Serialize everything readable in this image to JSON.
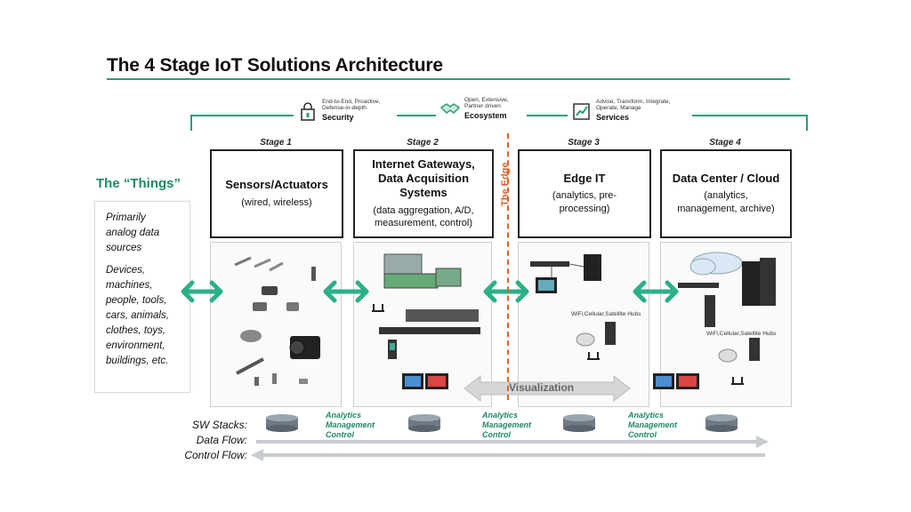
{
  "title": "The 4 Stage IoT Solutions Architecture",
  "services": {
    "security": {
      "small": "End-to-End, Proactive, Defense-in-depth",
      "label": "Security"
    },
    "ecosystem": {
      "small": "Open, Extensive, Partner driven",
      "label": "Ecosystem"
    },
    "services": {
      "small": "Advise, Transform, Integrate, Operate, Manage",
      "label": "Services"
    }
  },
  "things": {
    "title": "The “Things”",
    "line1": "Primarily",
    "line2": "analog data",
    "line3": "sources",
    "line4": "Devices,",
    "line5": "machines,",
    "line6": "people, tools,",
    "line7": "cars, animals,",
    "line8": "clothes, toys,",
    "line9": "environment,",
    "line10": "buildings, etc."
  },
  "stages": [
    {
      "label": "Stage 1",
      "title": "Sensors/Actuators",
      "sub": "(wired, wireless)"
    },
    {
      "label": "Stage 2",
      "title1": "Internet Gateways,",
      "title2": "Data Acquisition",
      "title3": "Systems",
      "sub1": "(data aggregation, A/D,",
      "sub2": "measurement, control)"
    },
    {
      "label": "Stage 3",
      "title": "Edge IT",
      "sub1": "(analytics, pre-",
      "sub2": "processing)"
    },
    {
      "label": "Stage 4",
      "title": "Data Center / Cloud",
      "sub1": "(analytics,",
      "sub2": "management, archive)"
    }
  ],
  "edge_label": "The Edge",
  "visualization": "Visualization",
  "wifi_hubs": "WiFi,Cellular,Satellite Hubs",
  "flows": {
    "sw": "SW Stacks:",
    "data": "Data Flow:",
    "control": "Control Flow:"
  },
  "amc": {
    "line1": "Analytics",
    "line2": "Management",
    "line3": "Control"
  },
  "colors": {
    "accent": "#2a9d7a",
    "arrow": "#2bb089",
    "edge": "#d9642b"
  }
}
